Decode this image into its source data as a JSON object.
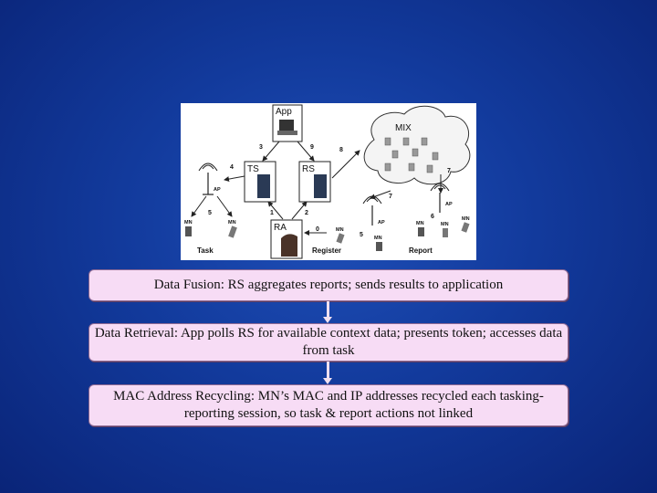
{
  "diagram": {
    "nodes": {
      "app": "App",
      "ts": "TS",
      "rs": "RS",
      "ra": "RA",
      "mix": "MIX",
      "ap": "AP",
      "mn": "MN"
    },
    "edges": [
      "0",
      "1",
      "2",
      "3",
      "4",
      "5",
      "6",
      "7",
      "8",
      "9"
    ],
    "captions": {
      "task": "Task",
      "register": "Register",
      "report": "Report"
    },
    "colors": {
      "background": "#1a45a8",
      "box_fill": "#f7dcf5",
      "cloud_fill": "#f4f4f4"
    }
  },
  "steps": [
    {
      "text": "Data Fusion: RS aggregates reports; sends results to application"
    },
    {
      "text": "Data Retrieval: App polls RS for available context data; presents token; accesses data from task"
    },
    {
      "text": "MAC Address Recycling: MN’s MAC and IP addresses recycled each tasking-reporting session, so task & report actions not linked"
    }
  ]
}
